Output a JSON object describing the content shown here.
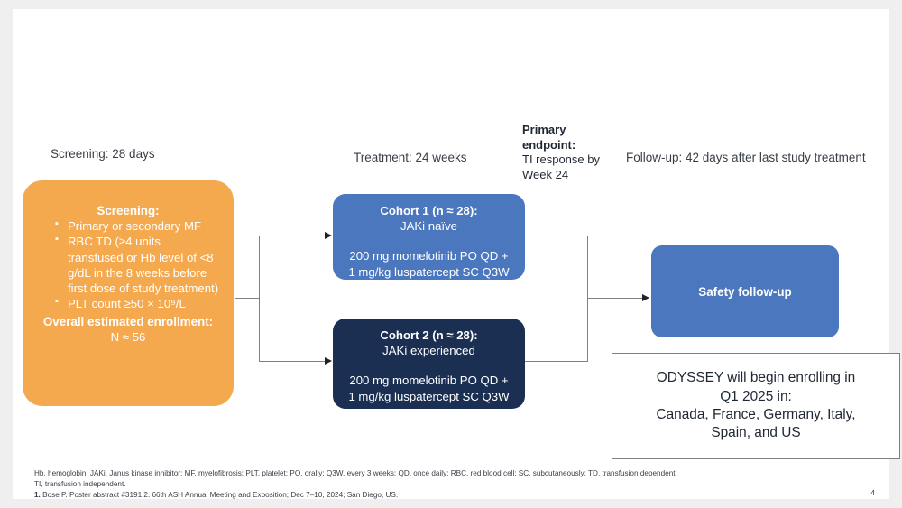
{
  "slide": {
    "page_number": "4",
    "phase_labels": {
      "screening": "Screening: 28 days",
      "treatment": "Treatment: 24 weeks",
      "followup": "Follow-up: 42 days after last study treatment"
    },
    "primary_endpoint": {
      "heading": "Primary endpoint:",
      "detail": "TI response by Week 24"
    },
    "screening_box": {
      "title": "Screening:",
      "criteria": [
        "Primary or secondary MF",
        "RBC TD (≥4 units transfused or Hb level of <8 g/dL in the 8 weeks before first dose of study treatment)",
        "PLT count ≥50 × 10⁹/L"
      ],
      "footer_label": "Overall estimated enrollment:",
      "footer_value": "N ≈ 56",
      "color": "#F5A94E"
    },
    "cohorts": [
      {
        "title": "Cohort 1 (n ≈ 28):",
        "subtitle": "JAKi naïve",
        "regimen_line1": "200 mg momelotinib PO QD +",
        "regimen_line2": "1 mg/kg luspatercept SC Q3W",
        "color": "#4A77BE"
      },
      {
        "title": "Cohort 2 (n ≈ 28):",
        "subtitle": "JAKi experienced",
        "regimen_line1": "200 mg momelotinib PO QD +",
        "regimen_line2": "1 mg/kg luspatercept SC Q3W",
        "color": "#1B2F53"
      }
    ],
    "safety_box": {
      "label": "Safety follow-up",
      "color": "#4A77BE"
    },
    "odyssey_box": {
      "line1": "ODYSSEY will begin enrolling in",
      "line2": "Q1 2025 in:",
      "line3": "Canada, France, Germany, Italy,",
      "line4": "Spain, and US"
    },
    "footnotes": {
      "abbreviations_line1": "Hb, hemoglobin; JAKi, Janus kinase inhibitor; MF, myelofibrosis; PLT, platelet; PO, orally; Q3W, every 3 weeks; QD, once daily; RBC, red blood cell; SC, subcutaneously; TD, transfusion dependent;",
      "abbreviations_line2": "TI, transfusion independent.",
      "reference_number": "1.",
      "reference_text": "Bose P. Poster abstract #3191.2. 66th ASH Annual Meeting and Exposition; Dec 7–10, 2024; San Diego, US."
    }
  }
}
